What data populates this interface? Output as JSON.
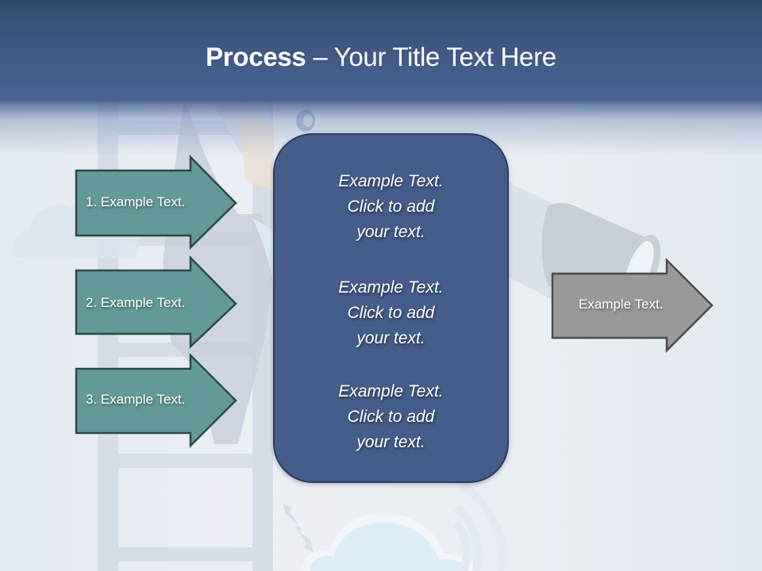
{
  "slide": {
    "title": {
      "bold": "Process",
      "rest": " – Your Title Text Here"
    },
    "left_arrows": [
      {
        "label": "1. Example Text."
      },
      {
        "label": "2. Example Text."
      },
      {
        "label": "3. Example Text."
      }
    ],
    "center_box": {
      "blocks": [
        {
          "line1": "Example Text.",
          "line2": "Click  to add",
          "line3": "your text."
        },
        {
          "line1": "Example Text.",
          "line2": "Click  to add",
          "line3": "your text."
        },
        {
          "line1": "Example Text.",
          "line2": "Click  to add",
          "line3": "your text."
        }
      ]
    },
    "right_arrow": {
      "label": "Example Text."
    },
    "colors": {
      "header_top": "#33496d",
      "header_bottom": "#4a6393",
      "teal_arrow_fill": "#64999a",
      "teal_arrow_border": "#2c4a4a",
      "center_box_fill": "#445d8a",
      "center_box_border": "#2d3e5e",
      "gray_arrow_fill": "#999999",
      "gray_arrow_border": "#4a4a4a"
    }
  }
}
